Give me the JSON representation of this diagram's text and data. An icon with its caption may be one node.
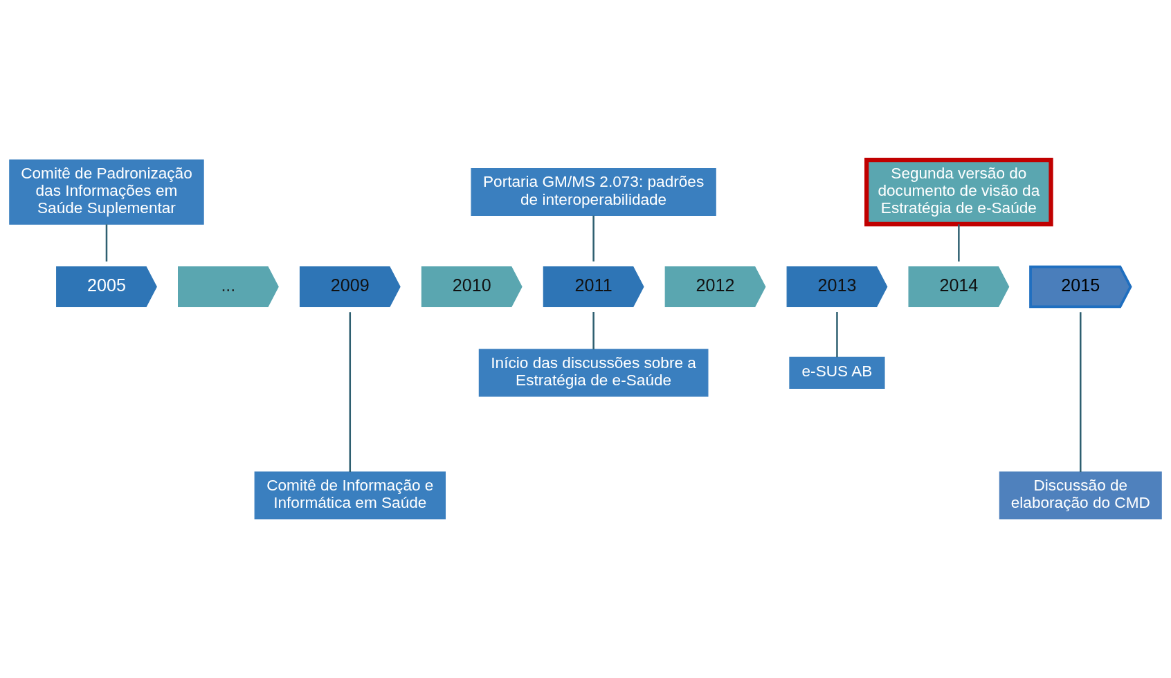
{
  "diagram": {
    "nodes": [
      {
        "text": [
          "Comitê de Padronização das Informações em Saúde Suplementar"
        ]
      },
      {
        "text": [
          "Portaria GM/MS 2.073: padrões de interoperabilidade"
        ]
      },
      {
        "text": [
          "Segunda versão do documento de visão da Estratégia de e-Saúde"
        ]
      },
      {
        "text": [
          "2005"
        ]
      },
      {
        "text": [
          "..."
        ]
      },
      {
        "text": [
          "2009"
        ]
      },
      {
        "text": [
          "2010"
        ]
      },
      {
        "text": [
          "2011"
        ]
      },
      {
        "text": [
          "2012"
        ]
      },
      {
        "text": [
          "2013"
        ]
      },
      {
        "text": [
          "2014"
        ]
      },
      {
        "text": [
          "2015"
        ]
      },
      {
        "text": [
          "Início das discussões sobre a Estratégia de e-Saúde"
        ]
      },
      {
        "text": [
          "e-SUS AB"
        ]
      },
      {
        "text": [
          "Comitê de Informação e Informática em Saúde"
        ]
      },
      {
        "text": [
          "Discussão de elaboração do CMD"
        ]
      }
    ],
    "edges": [
      {
        "from": 0,
        "to": 3,
        "arrow": "none"
      },
      {
        "from": 1,
        "to": 7,
        "arrow": "none"
      },
      {
        "from": 2,
        "to": 10,
        "arrow": "none"
      },
      {
        "from": 5,
        "to": 14,
        "arrow": "none"
      },
      {
        "from": 7,
        "to": 12,
        "arrow": "none"
      },
      {
        "from": 9,
        "to": 13,
        "arrow": "none"
      },
      {
        "from": 11,
        "to": 15,
        "arrow": "none"
      }
    ]
  }
}
